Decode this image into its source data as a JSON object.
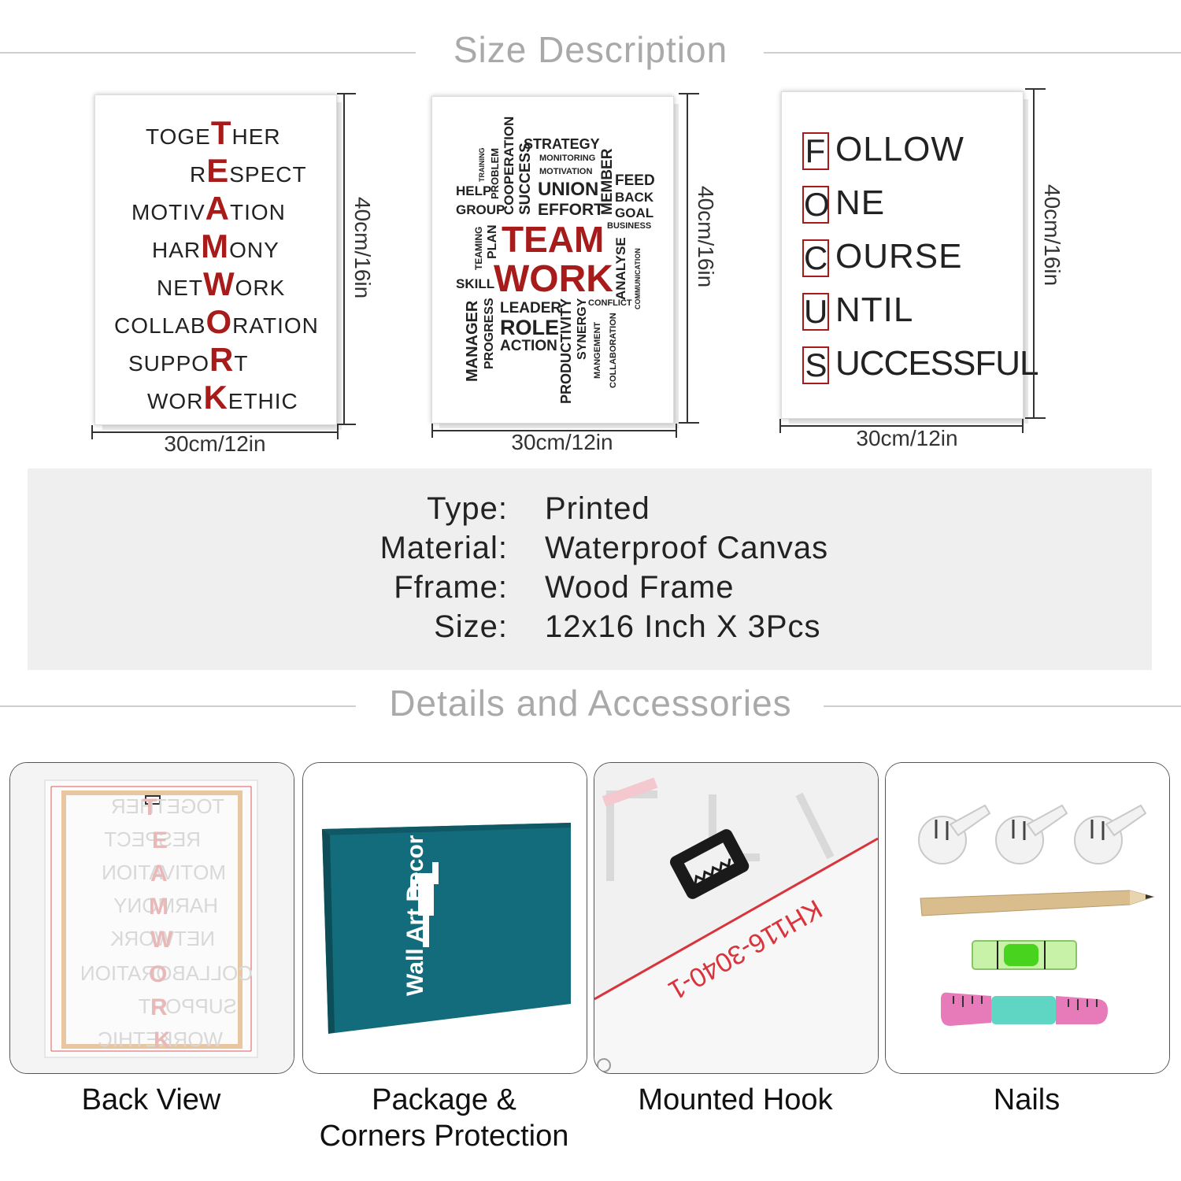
{
  "size_section": {
    "title": "Size Description"
  },
  "panels": [
    {
      "width_label": "30cm/12in",
      "height_label": "40cm/16in",
      "lines": [
        {
          "pre": "TOGE",
          "key": "T",
          "post": "HER"
        },
        {
          "pre": "R",
          "key": "E",
          "post": "SPECT"
        },
        {
          "pre": "MOTIV",
          "key": "A",
          "post": "TION"
        },
        {
          "pre": "HAR",
          "key": "M",
          "post": "ONY"
        },
        {
          "pre": "NET",
          "key": "W",
          "post": "ORK"
        },
        {
          "pre": "COLLAB",
          "key": "O",
          "post": "RATION"
        },
        {
          "pre": "SUPPO",
          "key": "R",
          "post": "T"
        },
        {
          "pre": "WOR",
          "key": "K",
          "post": "ETHIC"
        }
      ]
    },
    {
      "width_label": "30cm/12in",
      "height_label": "40cm/16in",
      "words": {
        "strategy": "STRATEGY",
        "monitoring": "MONITORING",
        "motivation": "MOTIVATION",
        "union": "UNION",
        "effort": "EFFORT",
        "help": "HELP",
        "group": "GROUP",
        "training": "TRAINING",
        "problem": "PROBLEM",
        "cooperation": "COOPERATION",
        "success": "SUCCESS",
        "member": "MEMBER",
        "feed": "FEED",
        "back": "BACK",
        "goal": "GOAL",
        "business": "BUSINESS",
        "team": "TEAM",
        "work": "WORK",
        "teaming": "TEAMING",
        "plan": "PLAN",
        "skill": "SKILL",
        "analyse": "ANALYSE",
        "communication": "COMMUNICATION",
        "conflict": "CONFLICT",
        "manager": "MANAGER",
        "progress": "PROGRESS",
        "leader": "LEADER",
        "role": "ROLE",
        "action": "ACTION",
        "productivity": "PRODUCTIVITY",
        "synergy": "SYNERGY",
        "mangement": "MANGEMENT",
        "collaboration": "COLLABORATION"
      }
    },
    {
      "width_label": "30cm/12in",
      "height_label": "40cm/16in",
      "lines": [
        {
          "key": "F",
          "post": "OLLOW"
        },
        {
          "key": "O",
          "post": "NE"
        },
        {
          "key": "C",
          "post": "OURSE"
        },
        {
          "key": "U",
          "post": "NTIL"
        },
        {
          "key": "S",
          "post": "UCCESSFUL"
        }
      ]
    }
  ],
  "specs": [
    {
      "label": "Type:",
      "value": "Printed"
    },
    {
      "label": "Material:",
      "value": "Waterproof Canvas"
    },
    {
      "label": "Fframe:",
      "value": "Wood Frame"
    },
    {
      "label": "Size:",
      "value": "12x16 Inch X 3Pcs"
    }
  ],
  "details_section": {
    "title": "Details and Accessories"
  },
  "details": [
    {
      "caption": "Back View"
    },
    {
      "caption": "Package & Corners Protection",
      "caption_line1": "Package &",
      "caption_line2": "Corners Protection",
      "box_text": "Wall Art Decor"
    },
    {
      "caption": "Mounted Hook",
      "label_code": "KH116-3040-1"
    },
    {
      "caption": "Nails"
    }
  ],
  "colors": {
    "accent_red": "#a81b1b",
    "header_gray": "#a9a9a9",
    "band_gray": "#efefef",
    "box_teal": "#136c7c"
  }
}
